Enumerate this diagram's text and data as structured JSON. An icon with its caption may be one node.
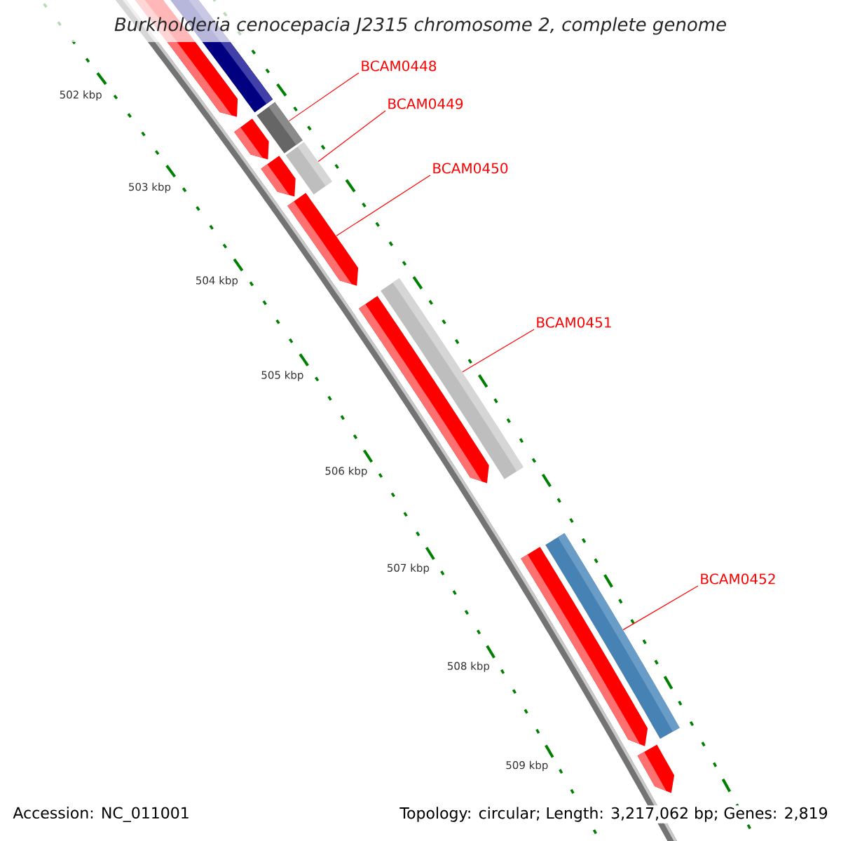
{
  "diagram": {
    "title": "Burkholderia cenocepacia J2315 chromosome 2, complete genome",
    "nodes": [
      {
        "text": [
          "BCAM0448"
        ]
      },
      {
        "text": [
          "BCAM0449"
        ]
      },
      {
        "text": [
          "BCAM0450"
        ]
      },
      {
        "text": [
          "BCAM0451"
        ]
      },
      {
        "text": [
          "BCAM0452"
        ]
      },
      {
        "text": [],
        "shape": "bar"
      },
      {
        "text": [],
        "shape": "bar"
      },
      {
        "text": [],
        "shape": "bar"
      },
      {
        "text": [],
        "shape": "bar"
      },
      {
        "text": [],
        "shape": "bar"
      },
      {
        "text": [],
        "shape": "bar"
      },
      {
        "text": [],
        "shape": "bar"
      },
      {
        "text": [],
        "shape": "bar"
      },
      {
        "text": [],
        "shape": "bar"
      },
      {
        "text": [],
        "shape": "bar"
      },
      {
        "text": [],
        "shape": "bar"
      },
      {
        "text": [],
        "shape": "bar"
      }
    ],
    "edges": [
      {
        "from": 0,
        "to": 7,
        "arrow": "none"
      },
      {
        "from": 1,
        "to": 9,
        "arrow": "none"
      },
      {
        "from": 2,
        "to": 11,
        "arrow": "none"
      },
      {
        "from": 3,
        "to": 12,
        "arrow": "none"
      },
      {
        "from": 4,
        "to": 14,
        "arrow": "none"
      }
    ],
    "labels": [
      "502 kbp",
      "503 kbp",
      "504 kbp",
      "505 kbp",
      "506 kbp",
      "507 kbp",
      "508 kbp",
      "509 kbp",
      "Accession: NC_011001",
      "Topology: circular; Length: 3,217,062 bp; Genes: 2,819"
    ]
  }
}
